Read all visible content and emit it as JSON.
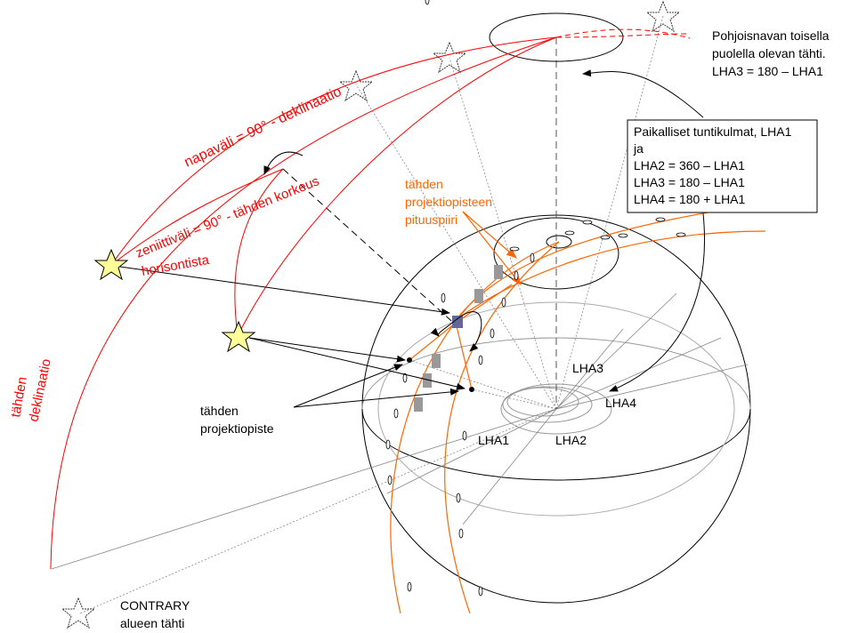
{
  "colors": {
    "red": "#ff0000",
    "orange": "#ff6600",
    "star": "#ffff99",
    "gray": "#999999",
    "pole_figure": "#666699"
  },
  "labels": {
    "north_note_1": "Pohjoisnavan toisella",
    "north_note_2": "puolella olevan tähti.",
    "north_note_3": "LHA3 = 180 – LHA1",
    "napavali": "napaväli = 90° - deklinaatio",
    "zenith_1": "zeniittiväli = 90° - tähden korkeus",
    "zenith_2": "horisontista",
    "declination_1": "tähden",
    "declination_2": "deklinaatio",
    "meridian_1": "tähden",
    "meridian_2": "projektiopisteen",
    "meridian_3": "pituuspiiri",
    "projection_1": "tähden",
    "projection_2": "projektiopiste",
    "contrary_1": "CONTRARY",
    "contrary_2": "alueen tähti",
    "lha1": "LHA1",
    "lha2": "LHA2",
    "lha3": "LHA3",
    "lha4": "LHA4"
  },
  "lha_box": {
    "lines": [
      "Paikalliset tuntikulmat, LHA1",
      "ja",
      "LHA2 = 360 – LHA1",
      "LHA3 = 180 – LHA1",
      "LHA4 = 180 + LHA1"
    ]
  }
}
